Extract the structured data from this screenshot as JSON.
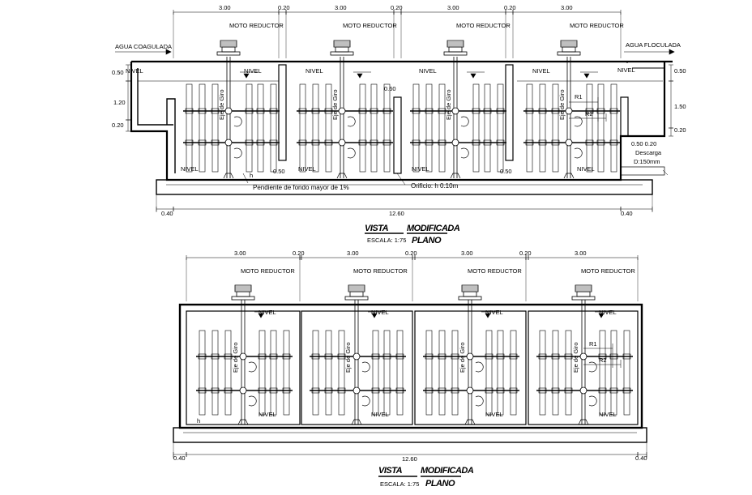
{
  "top_view": {
    "dims_top": [
      "3.00",
      "0.20",
      "3.00",
      "0.20",
      "3.00",
      "0.20",
      "3.00"
    ],
    "moto_label": "MOTO REDUCTOR",
    "inlet_label": "AGUA COAGULADA",
    "outlet_label": "AGUA FLOCULADA",
    "nivel_label": "NIVEL",
    "shaft_label": "Eje de Giro",
    "left_dims": [
      "0.50",
      "1.20",
      "0.20"
    ],
    "right_dims": [
      "0.50",
      "1.50",
      "0.20"
    ],
    "wall_gap_a": "0.60",
    "wall_gap_b": "0.50",
    "wall_gap_c": "0.50",
    "r1": "R1",
    "r2": "R2",
    "h_label": "h",
    "slope_note": "Pendiente de fondo mayor de 1%",
    "orifice_note": "Orificio:  h  0.10m",
    "discharge_dims": "0.50  0.20",
    "discharge_label": "Descarga",
    "discharge_diam": "D:150mm",
    "total_length": "12.60",
    "side_left": "0.40",
    "side_right": "0.40",
    "title_a": "VISTA",
    "title_b": "MODIFICADA",
    "title_c": "PLANO",
    "scale": "ESCALA: 1:75"
  },
  "bottom_view": {
    "dims_top": [
      "3.00",
      "0.20",
      "3.00",
      "0.20",
      "3.00",
      "0.20",
      "3.00"
    ],
    "moto_label": "MOTO REDUCTOR",
    "nivel_label": "NIVEL",
    "shaft_label": "Eje de Giro",
    "r1": "R1",
    "r2": "R2",
    "h_label": "h",
    "total_length": "12.60",
    "side_left": "0.40",
    "side_right": "0.40",
    "title_a": "VISTA",
    "title_b": "MODIFICADA",
    "title_c": "PLANO",
    "scale": "ESCALA: 1:75"
  }
}
